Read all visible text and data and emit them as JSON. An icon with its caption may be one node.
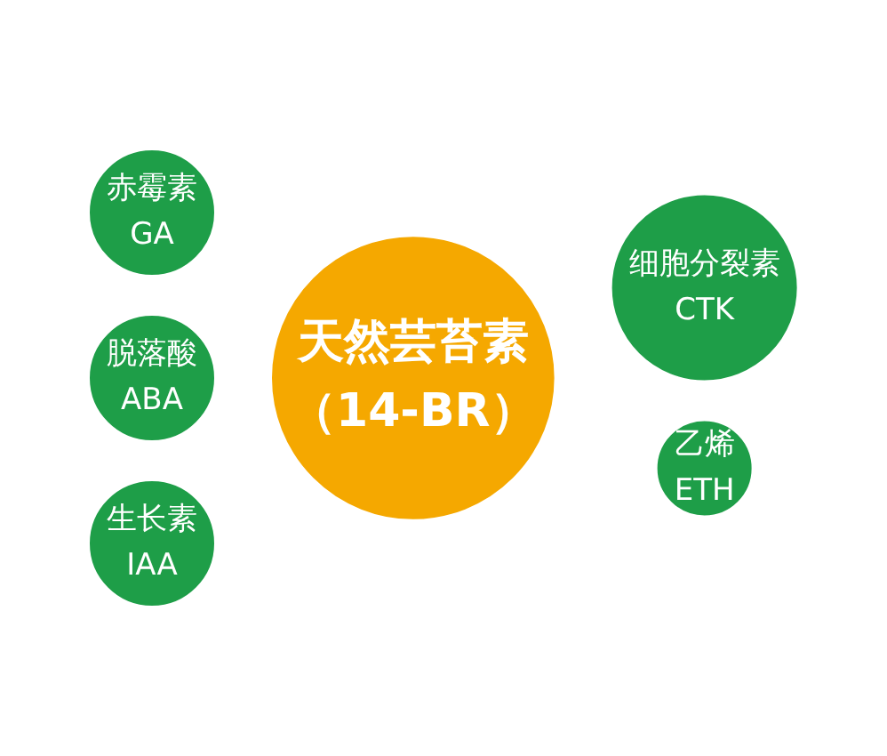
{
  "diagram": {
    "nodes": [
      {
        "text": [
          "天然芸苔素",
          "（14-BR）"
        ]
      },
      {
        "text": [
          "生长素",
          "IAA"
        ]
      },
      {
        "text": [
          "赤霉素",
          "GA"
        ]
      },
      {
        "text": [
          "细胞分裂素",
          "CTK"
        ]
      },
      {
        "text": [
          "脱落酸",
          "ABA"
        ]
      },
      {
        "text": [
          "乙烯",
          "ETH"
        ]
      }
    ],
    "edges": []
  }
}
